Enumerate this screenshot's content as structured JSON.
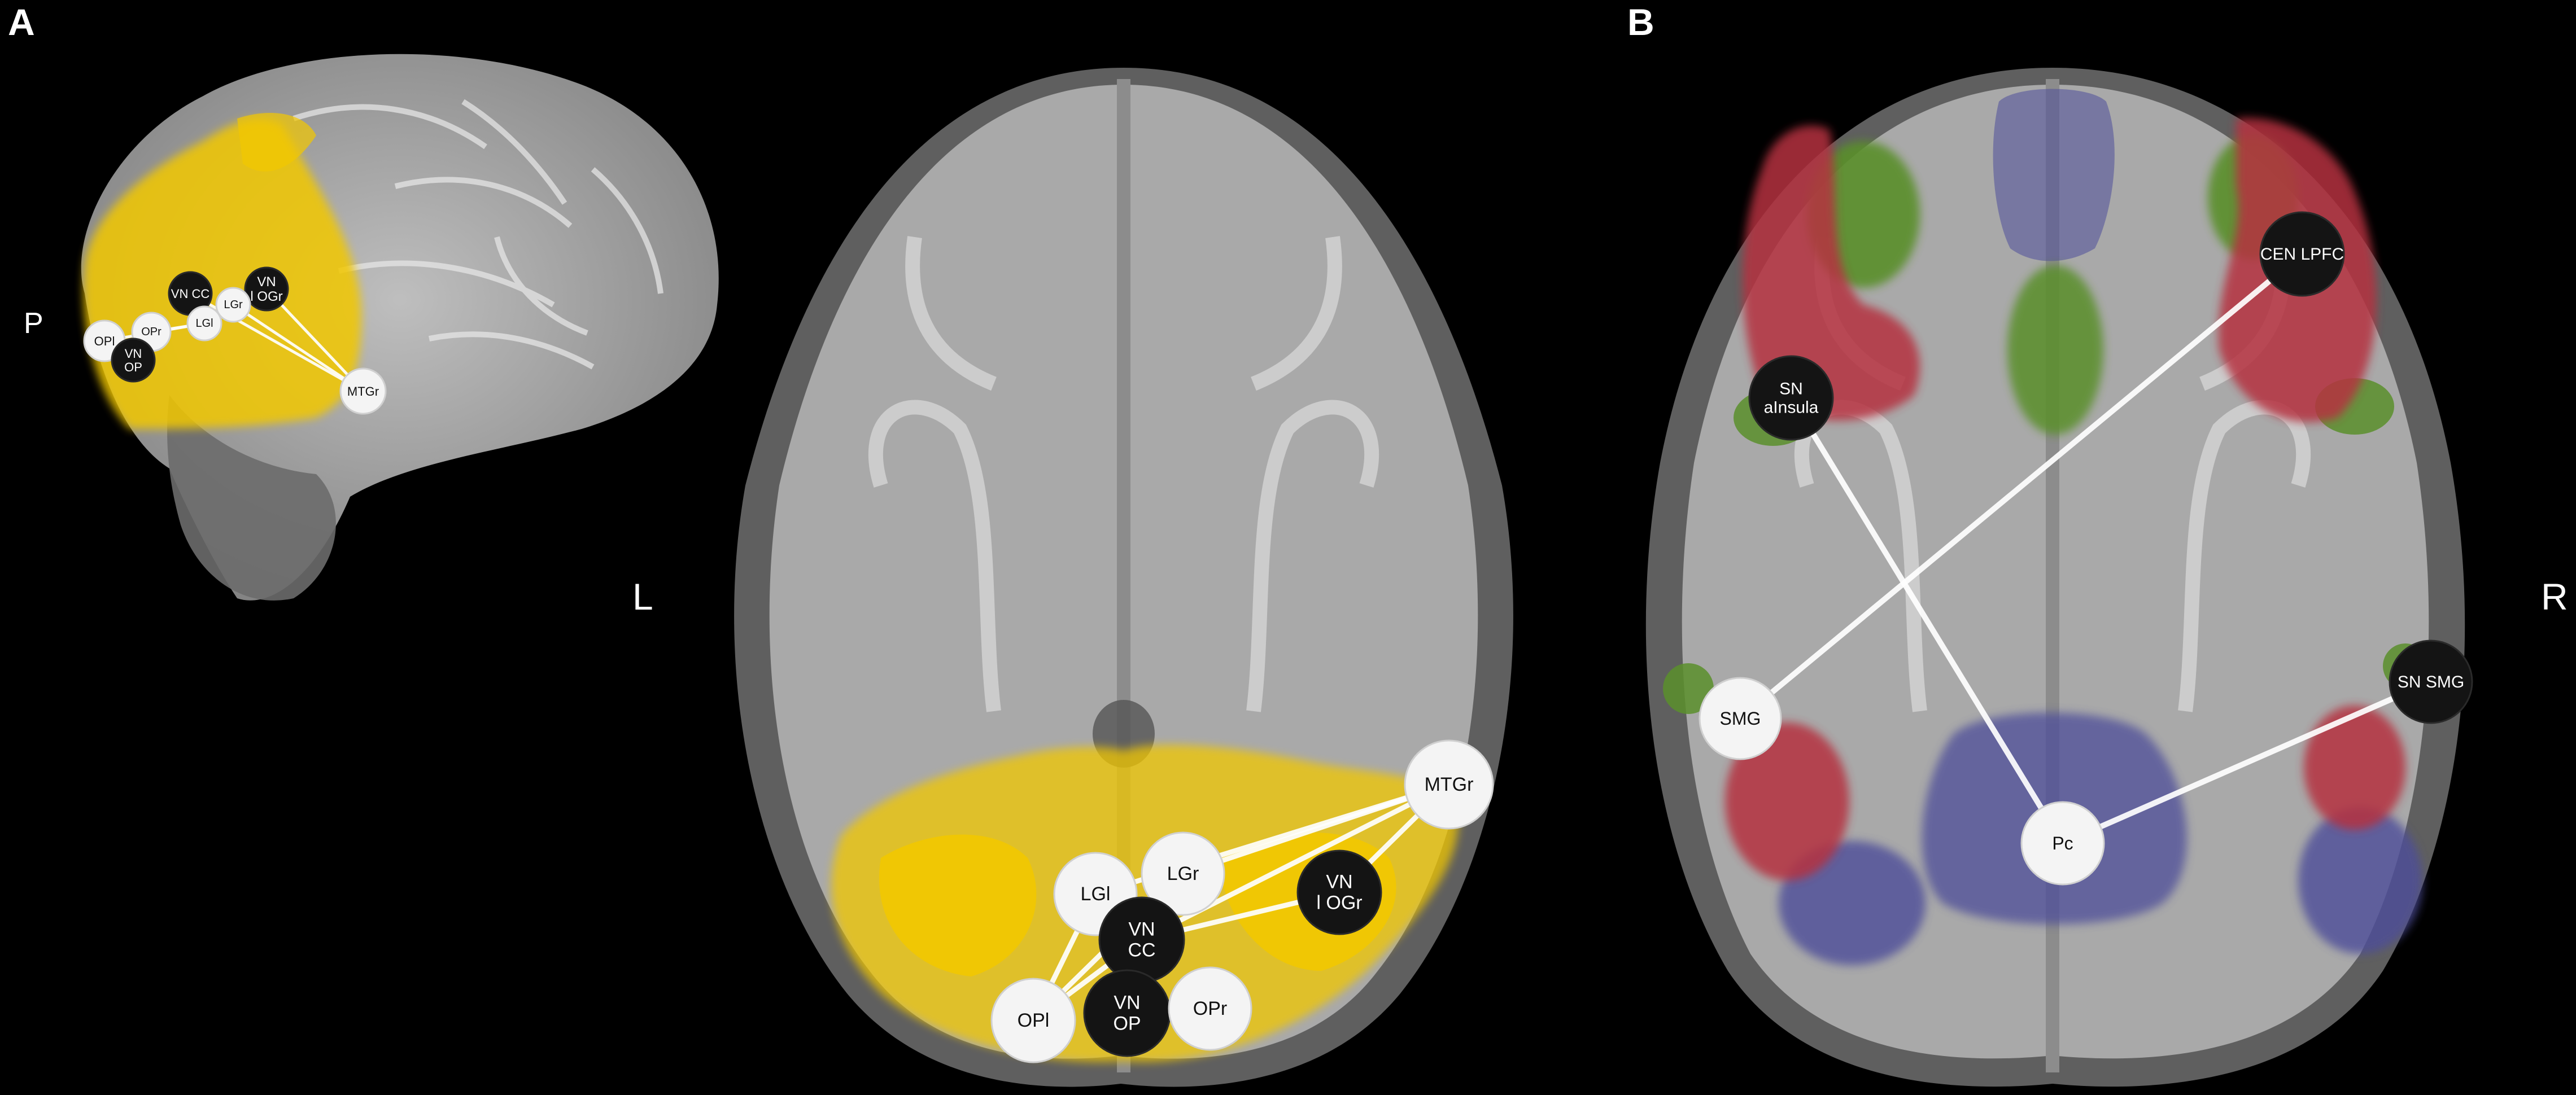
{
  "figure": {
    "panel_a_letter": "A",
    "panel_b_letter": "B",
    "orientation": {
      "posterior": "P",
      "left": "L",
      "right": "R"
    }
  },
  "colors": {
    "background": "#000000",
    "brain_outer": "#5f5f5f",
    "brain_inner": "#a9a9a9",
    "visual_network": "#f2c800",
    "central_executive_network": "#b5313f",
    "salience_network": "#5a8f2c",
    "default_mode_network": "#4e4e9a",
    "node_white": "#f4f4f4",
    "node_black": "#141414",
    "edge": "#ffffff"
  },
  "panel_a": {
    "sagittal_nodes": [
      {
        "label": "VN CC",
        "style": "dark"
      },
      {
        "label": "VN\nl OGr",
        "style": "dark"
      },
      {
        "label": "LGr",
        "style": "light"
      },
      {
        "label": "LGl",
        "style": "light"
      },
      {
        "label": "OPl",
        "style": "light"
      },
      {
        "label": "OPr",
        "style": "light"
      },
      {
        "label": "VN\nOP",
        "style": "dark"
      },
      {
        "label": "MTGr",
        "style": "light"
      }
    ],
    "axial_nodes": [
      {
        "label": "MTGr",
        "style": "light"
      },
      {
        "label": "LGl",
        "style": "light"
      },
      {
        "label": "LGr",
        "style": "light"
      },
      {
        "label": "VN\nl OGr",
        "style": "dark"
      },
      {
        "label": "VN\nCC",
        "style": "dark"
      },
      {
        "label": "OPl",
        "style": "light"
      },
      {
        "label": "VN\nOP",
        "style": "dark"
      },
      {
        "label": "OPr",
        "style": "light"
      }
    ]
  },
  "panel_b": {
    "nodes": [
      {
        "label": "CEN LPFC",
        "style": "dark"
      },
      {
        "label": "SN\naInsula",
        "style": "dark"
      },
      {
        "label": "SMG",
        "style": "light"
      },
      {
        "label": "SN SMG",
        "style": "dark"
      },
      {
        "label": "Pc",
        "style": "light"
      }
    ]
  }
}
